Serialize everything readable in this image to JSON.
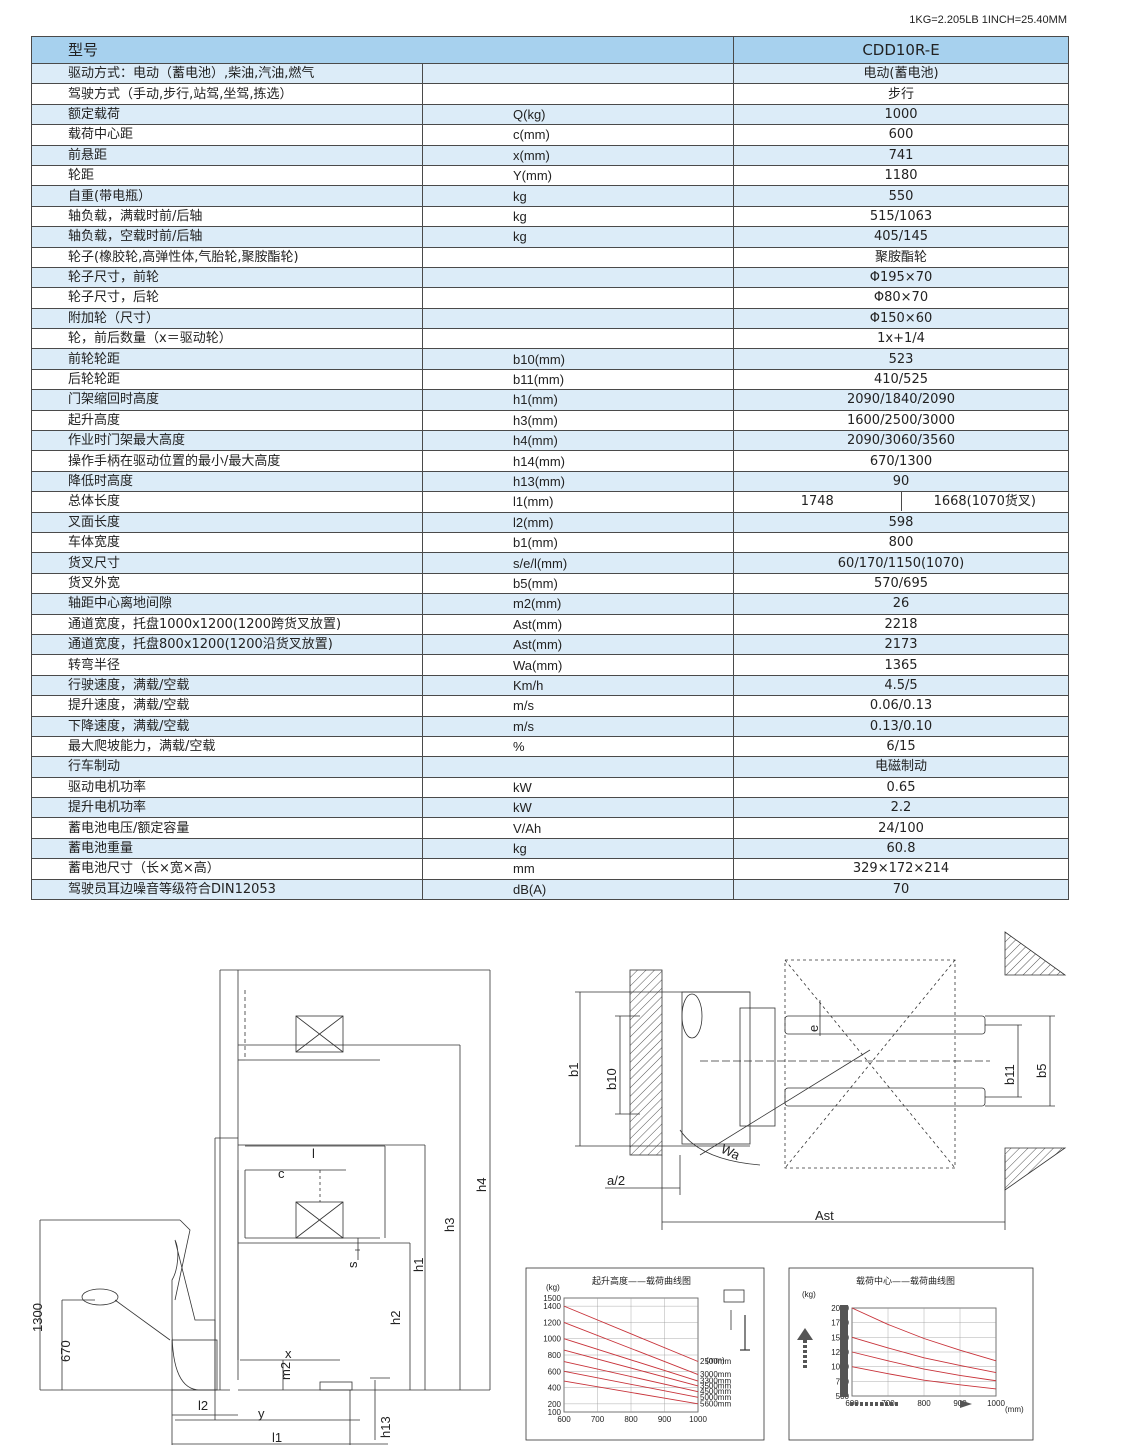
{
  "units_note": "1KG=2.205LB    1INCH=25.40MM",
  "header": {
    "label": "型号",
    "model": "CDD10R-E"
  },
  "rows": [
    {
      "name": "驱动方式：电动（蓄电池）,柴油,汽油,燃气",
      "unit": "",
      "value": "电动(蓄电池)"
    },
    {
      "name": "驾驶方式（手动,步行,站驾,坐驾,拣选）",
      "unit": "",
      "value": "步行"
    },
    {
      "name": "额定载荷",
      "unit": "Q(kg)",
      "value": "1000"
    },
    {
      "name": "载荷中心距",
      "unit": "c(mm)",
      "value": "600"
    },
    {
      "name": "前悬距",
      "unit": "x(mm)",
      "value": "741"
    },
    {
      "name": "轮距",
      "unit": "Y(mm)",
      "value": "1180"
    },
    {
      "name": "自重(带电瓶）",
      "unit": "kg",
      "value": "550"
    },
    {
      "name": "轴负载，满载时前/后轴",
      "unit": "kg",
      "value": "515/1063"
    },
    {
      "name": "轴负载，空载时前/后轴",
      "unit": "kg",
      "value": "405/145"
    },
    {
      "name": "轮子(橡胶轮,高弹性体,气胎轮,聚胺酯轮)",
      "unit": "",
      "value": "聚胺酯轮"
    },
    {
      "name": "轮子尺寸，前轮",
      "unit": "",
      "value": "Φ195×70"
    },
    {
      "name": "轮子尺寸，后轮",
      "unit": "",
      "value": "Φ80×70"
    },
    {
      "name": "附加轮（尺寸）",
      "unit": "",
      "value": "Φ150×60"
    },
    {
      "name": "轮，前后数量（x＝驱动轮）",
      "unit": "",
      "value": "1x+1/4"
    },
    {
      "name": "前轮轮距",
      "unit": "b10(mm)",
      "value": "523"
    },
    {
      "name": "后轮轮距",
      "unit": "b11(mm)",
      "value": "410/525"
    },
    {
      "name": "门架缩回时高度",
      "unit": "h1(mm)",
      "value": "2090/1840/2090"
    },
    {
      "name": "起升高度",
      "unit": "h3(mm)",
      "value": "1600/2500/3000"
    },
    {
      "name": "作业时门架最大高度",
      "unit": "h4(mm)",
      "value": "2090/3060/3560"
    },
    {
      "name": "操作手柄在驱动位置的最小/最大高度",
      "unit": "h14(mm)",
      "value": "670/1300"
    },
    {
      "name": "降低时高度",
      "unit": "h13(mm)",
      "value": "90"
    },
    {
      "name": "总体长度",
      "unit": "l1(mm)",
      "value": "1748",
      "value2": "1668(1070货叉)"
    },
    {
      "name": "叉面长度",
      "unit": "l2(mm)",
      "value": "598"
    },
    {
      "name": "车体宽度",
      "unit": "b1(mm)",
      "value": "800"
    },
    {
      "name": "货叉尺寸",
      "unit": "s/e/l(mm)",
      "value": "60/170/1150(1070)"
    },
    {
      "name": "货叉外宽",
      "unit": "b5(mm)",
      "value": "570/695"
    },
    {
      "name": "轴距中心离地间隙",
      "unit": "m2(mm)",
      "value": "26"
    },
    {
      "name": "通道宽度，托盘1000x1200(1200跨货叉放置)",
      "unit": "Ast(mm)",
      "value": "2218"
    },
    {
      "name": "通道宽度，托盘800x1200(1200沿货叉放置)",
      "unit": "Ast(mm)",
      "value": "2173"
    },
    {
      "name": "转弯半径",
      "unit": "Wa(mm)",
      "value": "1365"
    },
    {
      "name": "行驶速度，满载/空载",
      "unit": "Km/h",
      "value": "4.5/5"
    },
    {
      "name": "提升速度，满载/空载",
      "unit": "m/s",
      "value": "0.06/0.13"
    },
    {
      "name": "下降速度，满载/空载",
      "unit": "m/s",
      "value": "0.13/0.10"
    },
    {
      "name": "最大爬坡能力，满载/空载",
      "unit": "%",
      "value": "6/15"
    },
    {
      "name": "行车制动",
      "unit": "",
      "value": "电磁制动"
    },
    {
      "name": "驱动电机功率",
      "unit": "kW",
      "value": "0.65"
    },
    {
      "name": "提升电机功率",
      "unit": "kW",
      "value": "2.2"
    },
    {
      "name": "蓄电池电压/额定容量",
      "unit": "V/Ah",
      "value": "24/100"
    },
    {
      "name": "蓄电池重量",
      "unit": "kg",
      "value": "60.8"
    },
    {
      "name": "蓄电池尺寸（长×宽×高）",
      "unit": "mm",
      "value": "329×172×214"
    },
    {
      "name": "驾驶员耳边噪音等级符合DIN12053",
      "unit": "dB(A)",
      "value": "70"
    }
  ],
  "side_view_labels": {
    "h4": "h4",
    "h3": "h3",
    "h1": "h1",
    "h2": "h2",
    "l": "l",
    "c": "c",
    "s": "s",
    "x": "x",
    "m2": "m2",
    "h13": "h13",
    "l2": "l2",
    "y": "y",
    "l1": "l1",
    "d1300": "1300",
    "d670": "670"
  },
  "top_view_labels": {
    "b1": "b1",
    "b10": "b10",
    "b11": "b11",
    "b5": "b5",
    "e": "e",
    "wa": "Wa",
    "a2": "a/2",
    "ast": "Ast"
  },
  "chart_data": [
    {
      "type": "line",
      "title": "起升高度——载荷曲线图",
      "ylabel": "(kg)",
      "xlabel": "(mm)",
      "y_ticks": [
        "1500",
        "1400",
        "1200",
        "1000",
        "800",
        "600",
        "400",
        "200",
        "100"
      ],
      "x_ticks": [
        "600",
        "700",
        "800",
        "900",
        "1000"
      ],
      "xlim": [
        600,
        1000
      ],
      "ylim": [
        100,
        1500
      ],
      "series": [
        {
          "name": "2500mm",
          "x": [
            600,
            1000
          ],
          "values": [
            1400,
            720
          ]
        },
        {
          "name": "3000mm",
          "x": [
            600,
            1000
          ],
          "values": [
            1200,
            560
          ]
        },
        {
          "name": "3300mm",
          "x": [
            600,
            1000
          ],
          "values": [
            1000,
            480
          ]
        },
        {
          "name": "3500mm",
          "x": [
            600,
            1000
          ],
          "values": [
            860,
            420
          ]
        },
        {
          "name": "4500mm",
          "x": [
            600,
            1000
          ],
          "values": [
            720,
            350
          ]
        },
        {
          "name": "5000mm",
          "x": [
            600,
            1000
          ],
          "values": [
            600,
            280
          ]
        },
        {
          "name": "5600mm",
          "x": [
            600,
            1000
          ],
          "values": [
            480,
            200
          ]
        }
      ]
    },
    {
      "type": "line",
      "title": "载荷中心——载荷曲线图",
      "ylabel": "(kg)",
      "xlabel": "(mm)",
      "y_ticks": [
        "2000",
        "1750",
        "1500",
        "1250",
        "1000",
        "750",
        "500"
      ],
      "x_ticks": [
        "600",
        "700",
        "800",
        "900",
        "1000"
      ],
      "xlim": [
        600,
        1000
      ],
      "ylim": [
        500,
        2000
      ],
      "series": [
        {
          "x": [
            600,
            700,
            800,
            900,
            1000
          ],
          "values": [
            2000,
            1720,
            1480,
            1280,
            1100
          ]
        },
        {
          "x": [
            600,
            700,
            800,
            900,
            1000
          ],
          "values": [
            1500,
            1320,
            1150,
            1020,
            900
          ]
        },
        {
          "x": [
            600,
            700,
            800,
            900,
            1000
          ],
          "values": [
            1250,
            1100,
            960,
            850,
            760
          ]
        },
        {
          "x": [
            600,
            700,
            800,
            900,
            1000
          ],
          "values": [
            1000,
            880,
            770,
            690,
            620
          ]
        }
      ]
    }
  ]
}
